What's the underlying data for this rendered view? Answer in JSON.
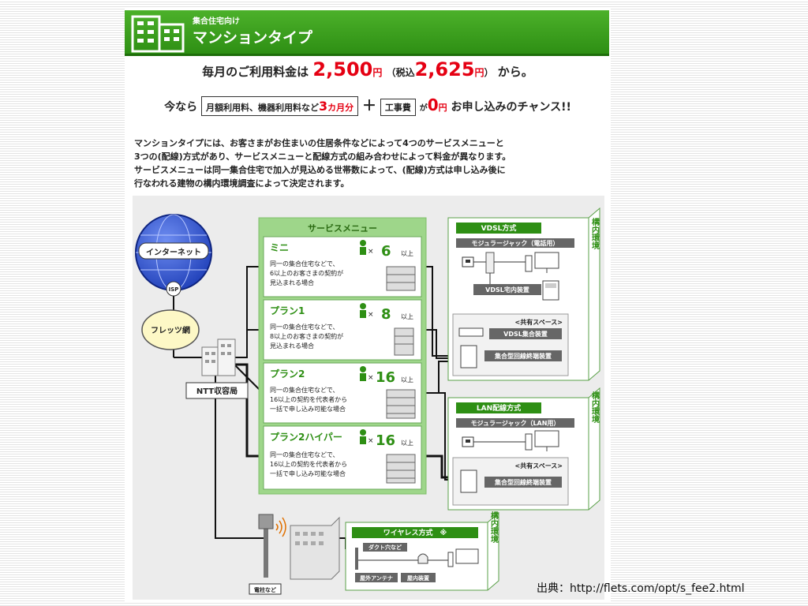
{
  "header": {
    "subtitle": "集合住宅向け",
    "title": "マンションタイプ"
  },
  "price": {
    "prefix": "毎月のご利用料金は",
    "amount": "2,500",
    "yen": "円",
    "tax_open": "（税込",
    "tax_amount": "2,625",
    "tax_yen": "円",
    "tax_close": "）",
    "suffix": "から。"
  },
  "campaign": {
    "prefix": "今なら",
    "fee_label": "月額利用料、機器利用料など",
    "fee_months": "3",
    "fee_months_unit": "カ月分",
    "plus": "＋",
    "construction": "工事費",
    "ga": "が",
    "zero": "0",
    "zero_unit": "円",
    "suffix": "お申し込みのチャンス!!"
  },
  "description": [
    "マンションタイプには、お客さまがお住まいの住居条件などによって4つのサービスメニューと",
    "3つの(配線)方式があり、サービスメニューと配線方式の組み合わせによって料金が異なります。",
    "サービスメニューは同一集合住宅で加入が見込める世帯数によって、(配線)方式は申し込み後に",
    "行なわれる建物の構内環境調査によって決定されます。"
  ],
  "diagram": {
    "internet": "インターネット",
    "isp": "ISP",
    "flets": "フレッツ網",
    "ntt": "NTT収容局",
    "pole": "電柱など",
    "service_menu_title": "サービスメニュー",
    "units_suffix": "以上",
    "plans": [
      {
        "name": "ミニ",
        "count": "6",
        "desc1": "同一の集合住宅などで、",
        "desc2": "6以上のお客さまの契約が",
        "desc3": "見込まれる場合"
      },
      {
        "name": "プラン1",
        "count": "8",
        "desc1": "同一の集合住宅などで、",
        "desc2": "8以上のお客さまの契約が",
        "desc3": "見込まれる場合"
      },
      {
        "name": "プラン2",
        "count": "16",
        "desc1": "同一の集合住宅などで、",
        "desc2": "16以上の契約を代表者から",
        "desc3": "一括で申し込み可能な場合"
      },
      {
        "name": "プラン2ハイパー",
        "count": "16",
        "desc1": "同一の集合住宅などで、",
        "desc2": "16以上の契約を代表者から",
        "desc3": "一括で申し込み可能な場合"
      }
    ],
    "kounai": "構内環境",
    "vdsl": {
      "title": "VDSL方式",
      "jack": "モジュラージャック（電話用）",
      "home_device": "VDSL宅内装置",
      "shared": "<共有スペース>",
      "aggregate": "VDSL集合装置",
      "terminal": "集合型回線終端装置"
    },
    "lan": {
      "title": "LAN配線方式",
      "jack": "モジュラージャック（LAN用）",
      "shared": "<共有スペース>",
      "terminal": "集合型回線終端装置"
    },
    "wireless": {
      "title": "ワイヤレス方式　※",
      "duct": "ダクト穴など",
      "antenna": "屋外アンテナ",
      "home_device": "屋内装置"
    }
  },
  "source": "出典：http://flets.com/opt/s_fee2.html",
  "colors": {
    "brand_green": "#2e8f14",
    "accent_red": "#e50012",
    "panel_green": "#9ed68a"
  }
}
